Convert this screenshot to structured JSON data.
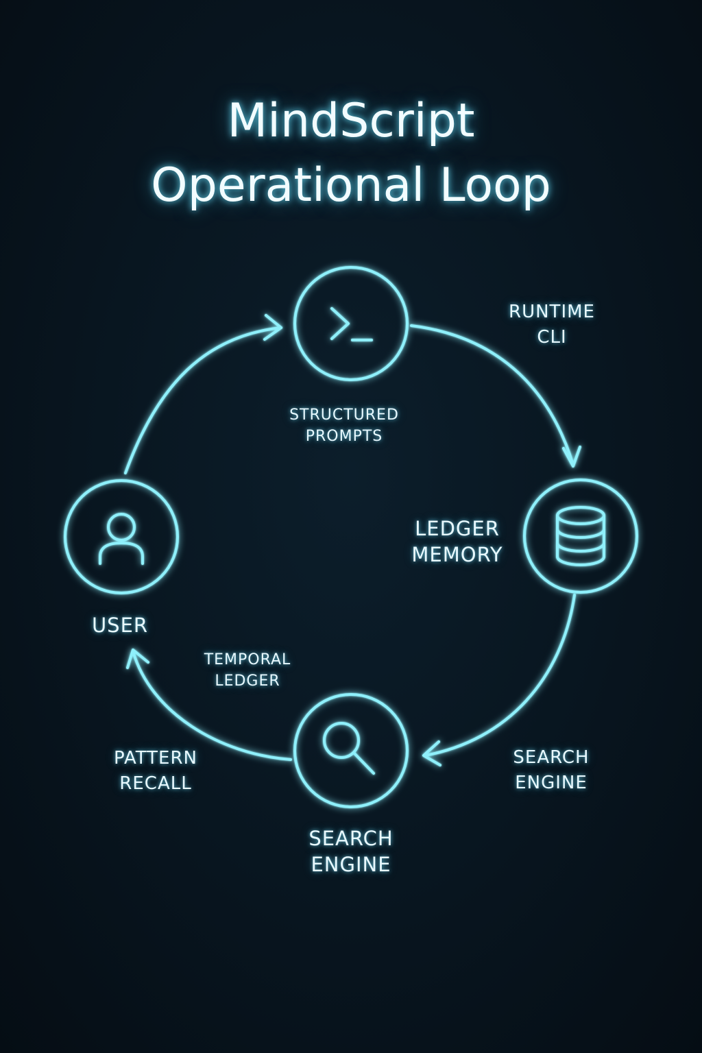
{
  "title": {
    "line1": "MindScript",
    "line2": "Operational Loop"
  },
  "nodes": {
    "cli": {
      "icon": "terminal-prompt-icon",
      "label": [
        "STRUCTURED",
        "PROMPTS"
      ]
    },
    "memory": {
      "icon": "database-icon",
      "label": [
        "LEDGER",
        "MEMORY"
      ]
    },
    "search": {
      "icon": "magnifying-glass-icon",
      "label": [
        "SEARCH",
        "ENGINE"
      ]
    },
    "user": {
      "icon": "user-icon",
      "label": [
        "USER"
      ]
    }
  },
  "edge_labels": {
    "cli_to_memory": [
      "RUNTIME",
      "CLI"
    ],
    "memory_to_search": [
      "SEARCH",
      "ENGINE"
    ],
    "search_to_user_inner": [
      "TEMPORAL",
      "LEDGER"
    ],
    "search_to_user_outer": [
      "PATTERN",
      "RECALL"
    ]
  },
  "colors": {
    "background": "#07131c",
    "glow": "#5fe3f5",
    "stroke": "#8ff0fb",
    "text": "#e8f9ff"
  }
}
